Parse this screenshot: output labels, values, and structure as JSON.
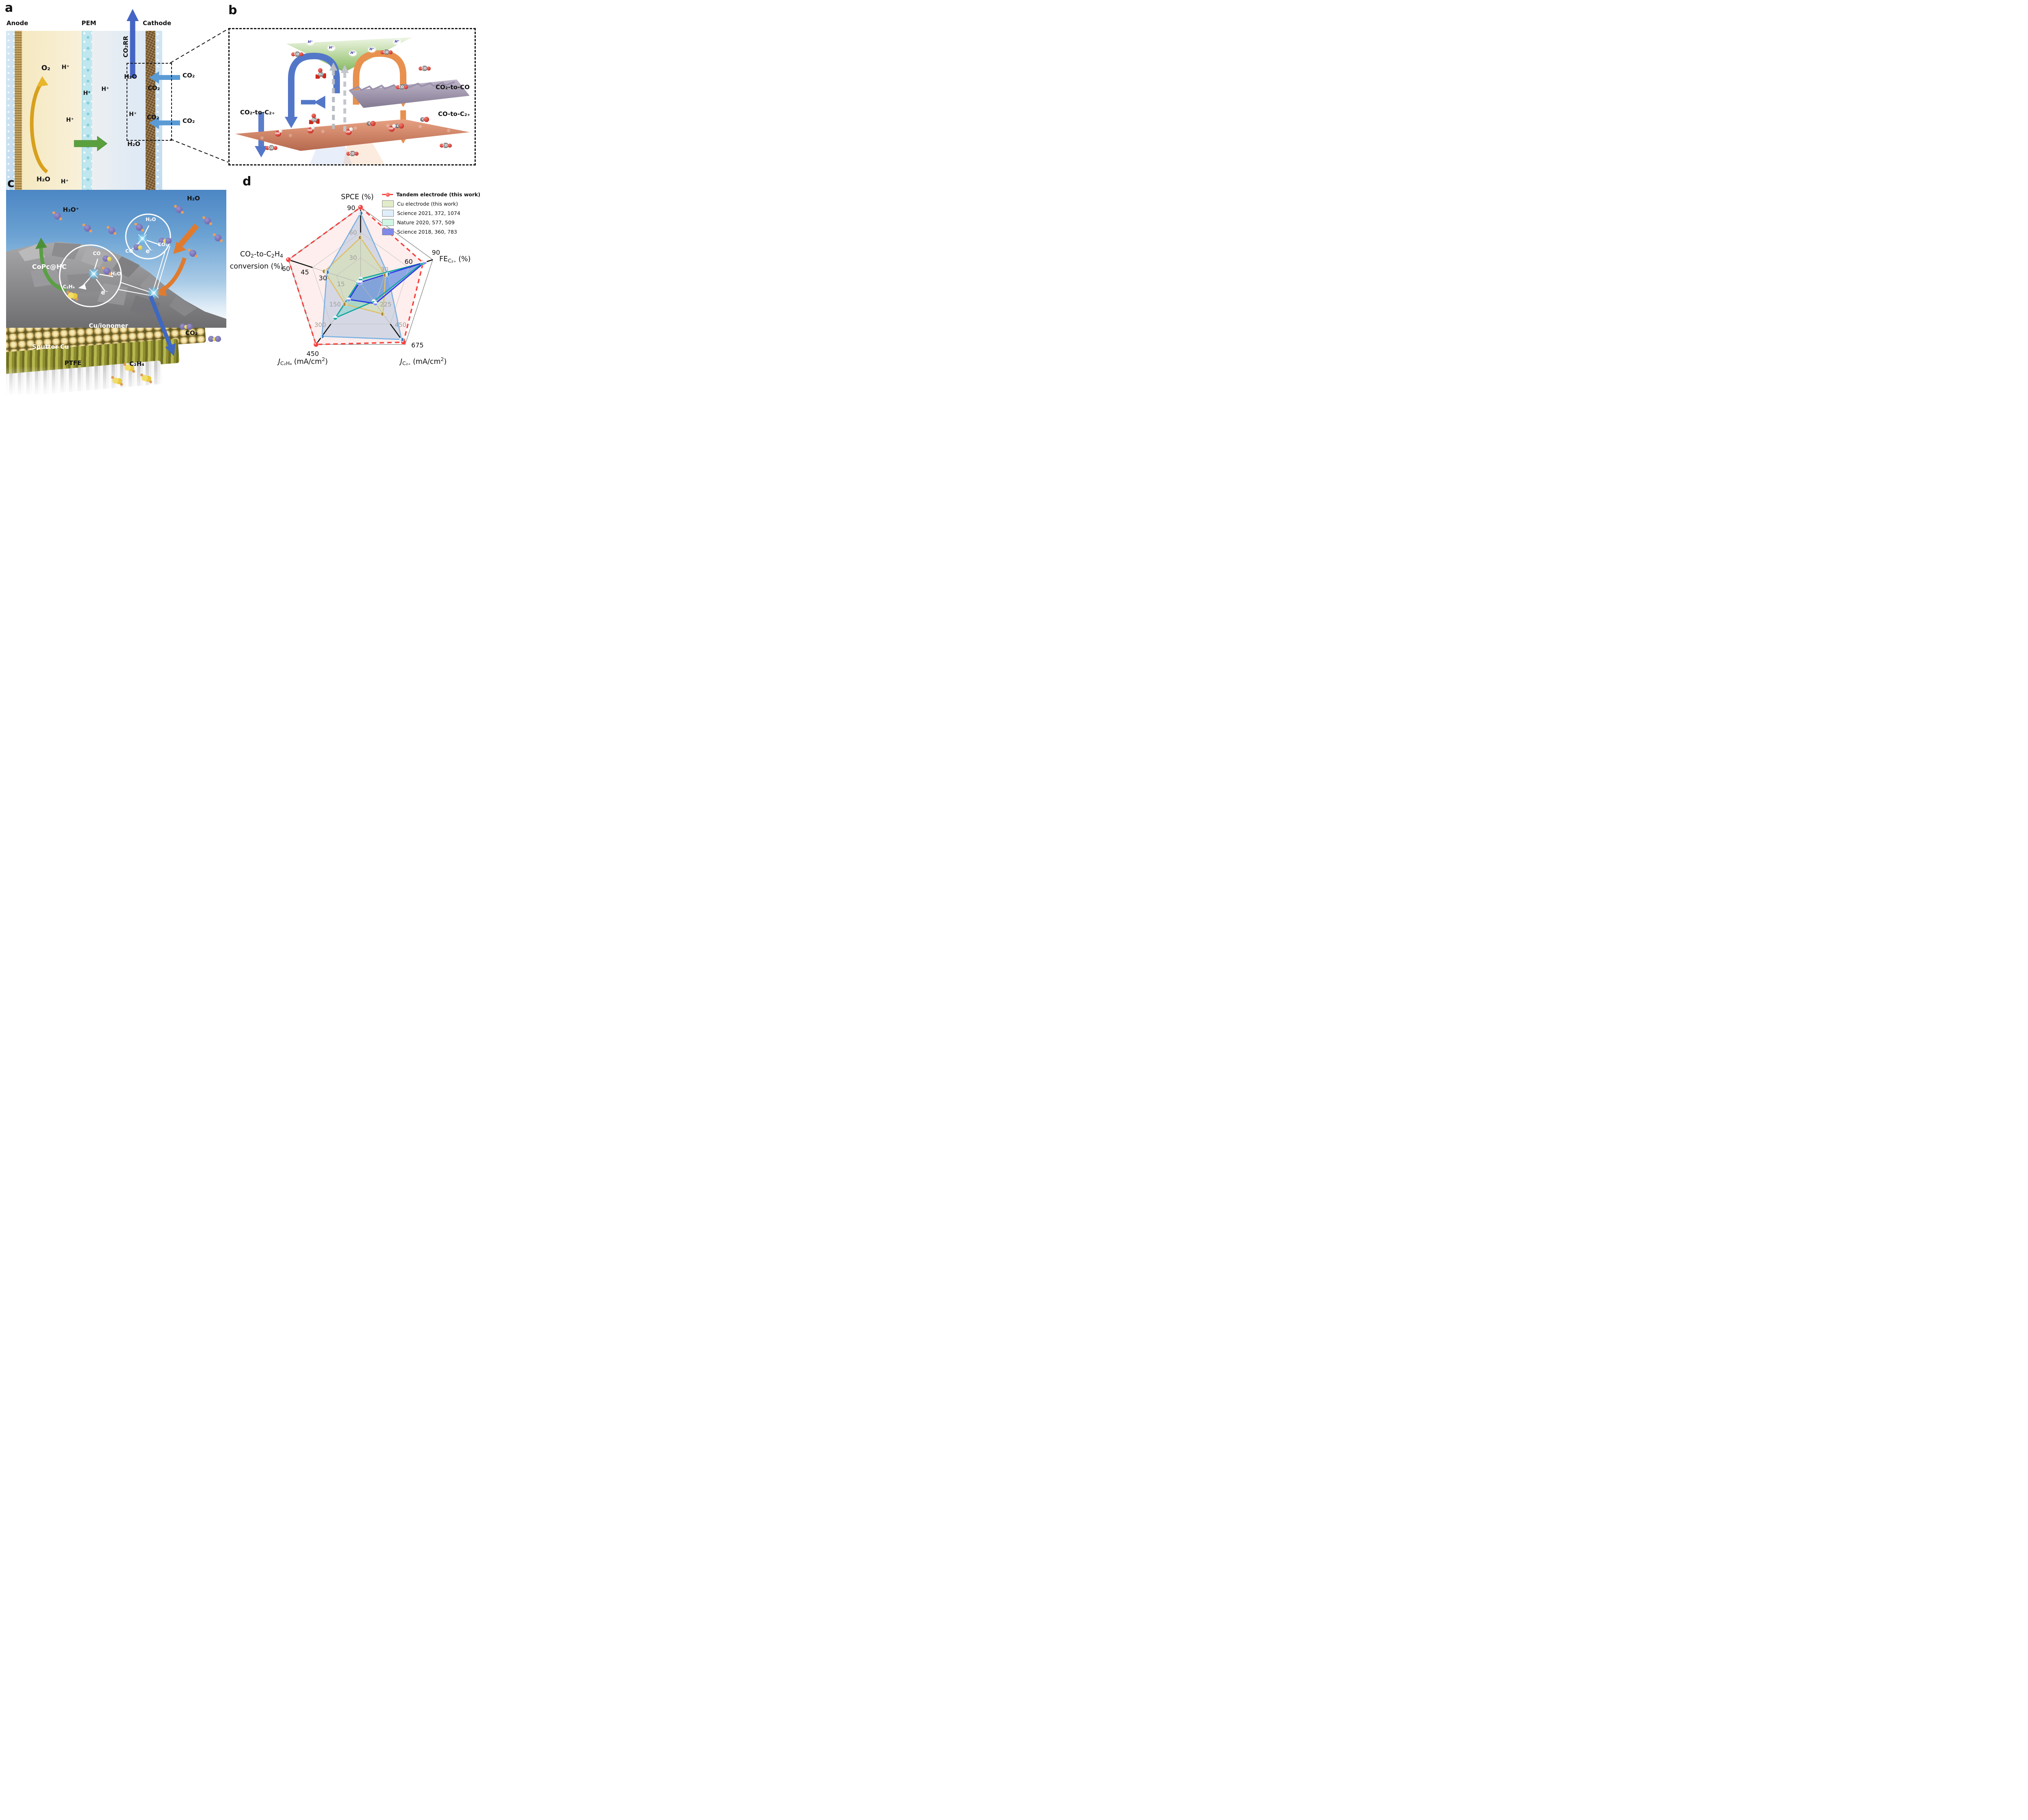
{
  "panel_labels": {
    "a": "a",
    "b": "b",
    "c": "c",
    "d": "d"
  },
  "mol": {
    "co2": "CO₂",
    "co": "CO",
    "oh": "OH⁻",
    "h": "H⁺",
    "co3": "CO₃²⁻",
    "h2o": "H₂O",
    "c2h4": "C₂H₄",
    "h3o": "H₃O⁺",
    "e": "e⁻",
    "o2": "O₂"
  },
  "panel_a": {
    "anode": "Anode",
    "pem": "PEM",
    "cathode": "Cathode",
    "co2rr": "CO₂RR",
    "o2": "O₂",
    "h2o": "H₂O",
    "h": "H⁺",
    "co2": "CO₂"
  },
  "panel_b": {
    "co2_to_co": "CO₂-to-CO",
    "co_to_c2": "CO-to-C₂₊",
    "co2_to_c2": "CO₂-to-C₂₊"
  },
  "panel_c": {
    "h3o": "H₃O⁺",
    "h2o": "H₂O",
    "co2": "CO₂",
    "co": "CO",
    "c2h4": "C₂H₄",
    "e": "e⁻",
    "copc": "CoPc@HC",
    "cu_ionomer": "Cu/ionomer",
    "sputter_cu": "Sputter Cu",
    "ptfe": "PTFE"
  },
  "panel_d": {
    "legend": [
      {
        "label": "Tandem electrode (this work)",
        "swatch": "line",
        "color": "#f5413e",
        "bold": true
      },
      {
        "label": "Cu electrode (this work)",
        "swatch": "box",
        "color": "#e2ecc9"
      },
      {
        "label": "Science 2021, 372, 1074",
        "swatch": "box",
        "color": "#dfeef9"
      },
      {
        "label": "Nature 2020, 577, 509",
        "swatch": "box",
        "color": "#d0f5e4"
      },
      {
        "label": "Science 2018, 360, 783",
        "swatch": "box",
        "color": "#8089e8"
      }
    ]
  },
  "chart_data": {
    "type": "radar",
    "title": "",
    "rings": [
      0.3333,
      0.6667,
      1
    ],
    "axes": [
      {
        "id": "spce",
        "label": "SPCE (%)",
        "segments": [
          {
            "t": "SPCE (%)"
          }
        ],
        "max": 90,
        "angle": 90,
        "ticks": [
          {
            "v": 30,
            "dark": false
          },
          {
            "v": 60,
            "dark": false
          },
          {
            "v": 90,
            "dark": true
          }
        ]
      },
      {
        "id": "fe",
        "label": "FE_C2+ (%)",
        "segments": [
          {
            "t": "FE"
          },
          {
            "t": "C₂₊",
            "sub": true
          },
          {
            "t": " (%)"
          }
        ],
        "max": 90,
        "angle": 18,
        "ticks": [
          {
            "v": 30,
            "dark": false
          },
          {
            "v": 60,
            "dark": true
          },
          {
            "v": 90,
            "dark": true
          }
        ]
      },
      {
        "id": "jc2",
        "label": "J_C2+ (mA/cm2)",
        "segments": [
          {
            "t": "J",
            "italic": true
          },
          {
            "t": "C₂₊",
            "sub": true
          },
          {
            "t": " (mA/cm"
          },
          {
            "t": "2",
            "sup": true
          },
          {
            "t": ")"
          }
        ],
        "max": 675,
        "angle": -54,
        "ticks": [
          {
            "v": 225,
            "dark": false
          },
          {
            "v": 450,
            "dark": false
          },
          {
            "v": 675,
            "dark": true
          }
        ]
      },
      {
        "id": "jc2h4",
        "label": "J_C2H4 (mA/cm2)",
        "segments": [
          {
            "t": "J",
            "italic": true
          },
          {
            "t": "C₂H₄",
            "sub": true
          },
          {
            "t": " (mA/cm"
          },
          {
            "t": "2",
            "sup": true
          },
          {
            "t": ")"
          }
        ],
        "max": 450,
        "angle": 234,
        "ticks": [
          {
            "v": 150,
            "dark": false
          },
          {
            "v": 300,
            "dark": false
          },
          {
            "v": 450,
            "dark": true
          }
        ]
      },
      {
        "id": "conv",
        "label": "CO2-to-C2H4 conversion (%)",
        "lines": [
          [
            {
              "t": "CO"
            },
            {
              "t": "2",
              "sub": true
            },
            {
              "t": "-to-C"
            },
            {
              "t": "2",
              "sub": true
            },
            {
              "t": "H"
            },
            {
              "t": "4",
              "sub": true
            }
          ],
          [
            {
              "t": "conversion (%)"
            }
          ]
        ],
        "max": 60,
        "angle": 162,
        "ticks": [
          {
            "v": 15,
            "dark": false
          },
          {
            "v": 30,
            "dark": true
          },
          {
            "v": 45,
            "dark": true
          },
          {
            "v": 60,
            "dark": true
          }
        ]
      }
    ],
    "series": [
      {
        "name": "Tandem electrode (this work)",
        "stroke": "#f5413e",
        "fill": "rgba(244,120,118,0.12)",
        "dash": [
          11,
          8
        ],
        "marker": {
          "fill": "#f5413e",
          "style": "solid"
        },
        "values": {
          "spce": 90,
          "fe": 78,
          "jc2": 650,
          "jc2h4": 450,
          "conv": 60
        }
      },
      {
        "name": "Cu electrode (this work)",
        "stroke": "#dfc06c",
        "fill": "rgba(214,226,172,0.55)",
        "marker": {
          "fill": "#a8842c",
          "style": "half-right"
        },
        "values": {
          "spce": 54,
          "fe": 31,
          "jc2": 340,
          "jc2h4": 155,
          "conv": 30
        }
      },
      {
        "name": "Science 2021, 372, 1074",
        "stroke": "#7fb3e3",
        "fill": "rgba(165,188,216,0.45)",
        "marker": {
          "fill": "#2e7bbf",
          "style": "half-left"
        },
        "values": {
          "spce": 83,
          "fe": 34,
          "jc2": 620,
          "jc2h4": 390,
          "conv": 28
        }
      },
      {
        "name": "Nature 2020, 577, 509",
        "stroke": "#0fa5a0",
        "fill": "rgba(121,212,199,0.50)",
        "marker": {
          "fill": "#0fa5a0",
          "style": "half-top"
        },
        "values": {
          "spce": 5,
          "fe": 77,
          "jc2": 200,
          "jc2h4": 255,
          "conv": 2
        }
      },
      {
        "name": "Science 2018, 360, 783",
        "stroke": "#2b35e8",
        "fill": "rgba(92,109,238,0.50)",
        "marker": {
          "fill": "#7b87ef",
          "style": "half-top"
        },
        "values": {
          "spce": 1,
          "fe": 80,
          "jc2": 225,
          "jc2h4": 120,
          "conv": 1
        }
      }
    ],
    "fill_order": [
      0,
      2,
      1,
      3,
      4
    ]
  }
}
